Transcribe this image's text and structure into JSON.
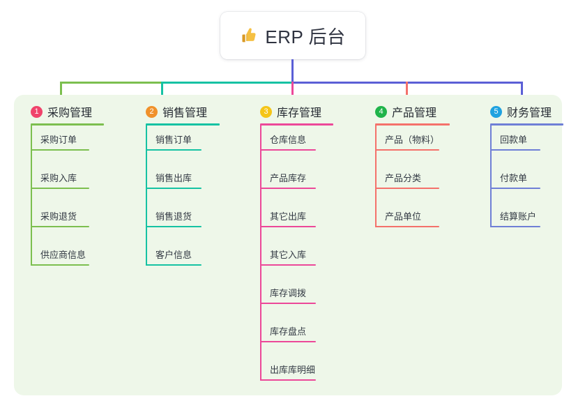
{
  "root": {
    "title": "ERP 后台",
    "icon": "thumbs-up-icon",
    "icon_color": "#f2b430",
    "stem_color": "#5b5fd6"
  },
  "theme": {
    "panel_bg": "#eef7e9",
    "page_bg": "#ffffff",
    "text": "#262b33",
    "item_text": "#333a44"
  },
  "trunk": {
    "segments": [
      {
        "name": "green-segment",
        "color": "#7cbf4f"
      },
      {
        "name": "teal-segment",
        "color": "#16c2a3"
      },
      {
        "name": "blue-segment",
        "color": "#5b5fd6"
      }
    ],
    "drops": [
      {
        "name": "drop-purchase",
        "color": "#7cbf4f"
      },
      {
        "name": "drop-sales",
        "color": "#16c2a3"
      },
      {
        "name": "drop-inventory",
        "color": "#ec4899"
      },
      {
        "name": "drop-product",
        "color": "#f4716b"
      },
      {
        "name": "drop-finance",
        "color": "#5b5fd6"
      }
    ]
  },
  "columns": [
    {
      "id": "purchase",
      "number": "1",
      "label": "采购管理",
      "badge_color": "#f0436b",
      "line_color": "#7cbf4f",
      "items": [
        {
          "label": "采购订单"
        },
        {
          "label": "采购入库"
        },
        {
          "label": "采购退货"
        },
        {
          "label": "供应商信息"
        }
      ]
    },
    {
      "id": "sales",
      "number": "2",
      "label": "销售管理",
      "badge_color": "#f0912b",
      "line_color": "#16c2a3",
      "items": [
        {
          "label": "销售订单"
        },
        {
          "label": "销售出库"
        },
        {
          "label": "销售退货"
        },
        {
          "label": "客户信息"
        }
      ]
    },
    {
      "id": "inventory",
      "number": "3",
      "label": "库存管理",
      "badge_color": "#f5c518",
      "line_color": "#ec4899",
      "items": [
        {
          "label": "仓库信息"
        },
        {
          "label": "产品库存"
        },
        {
          "label": "其它出库"
        },
        {
          "label": "其它入库"
        },
        {
          "label": "库存调拨"
        },
        {
          "label": "库存盘点"
        },
        {
          "label": "出库库明细"
        }
      ]
    },
    {
      "id": "product",
      "number": "4",
      "label": "产品管理",
      "badge_color": "#20b44b",
      "line_color": "#f4716b",
      "items": [
        {
          "label": "产品（物料）"
        },
        {
          "label": "产品分类"
        },
        {
          "label": "产品单位"
        }
      ]
    },
    {
      "id": "finance",
      "number": "5",
      "label": "财务管理",
      "badge_color": "#1fa2e0",
      "line_color": "#6f7fd6",
      "items": [
        {
          "label": "回款单"
        },
        {
          "label": "付款单"
        },
        {
          "label": "结算账户"
        }
      ]
    }
  ]
}
